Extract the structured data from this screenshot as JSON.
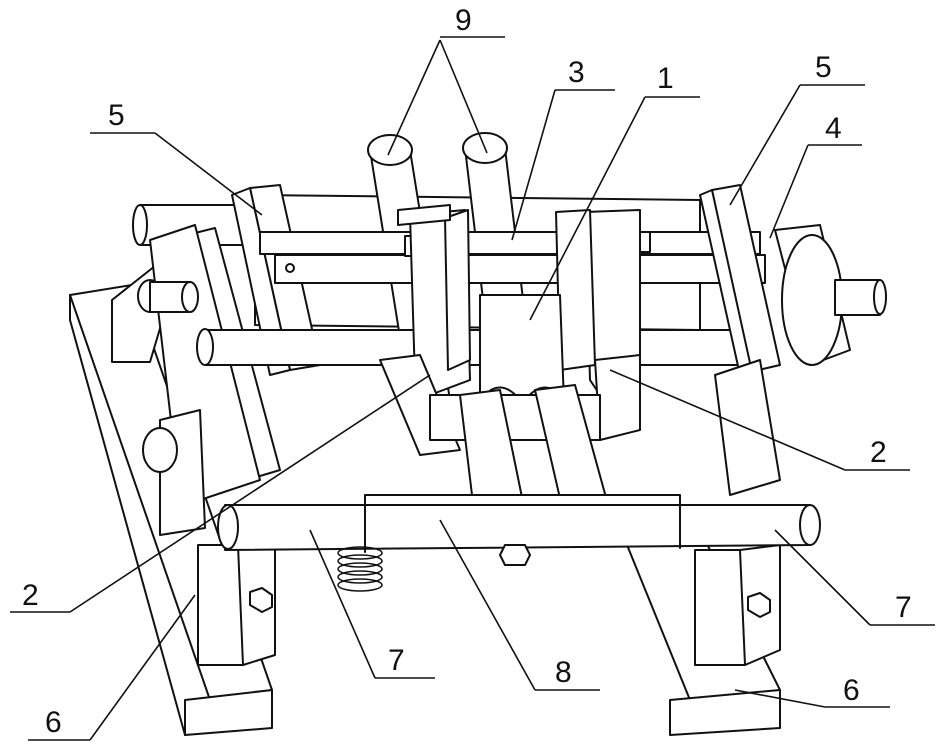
{
  "labels": {
    "l9": "9",
    "l3": "3",
    "l1": "1",
    "l5_left": "5",
    "l5_right": "5",
    "l4": "4",
    "l2_right": "2",
    "l2_left": "2",
    "l7_right": "7",
    "l7_mid": "7",
    "l8": "8",
    "l6_left": "6",
    "l6_right": "6"
  }
}
